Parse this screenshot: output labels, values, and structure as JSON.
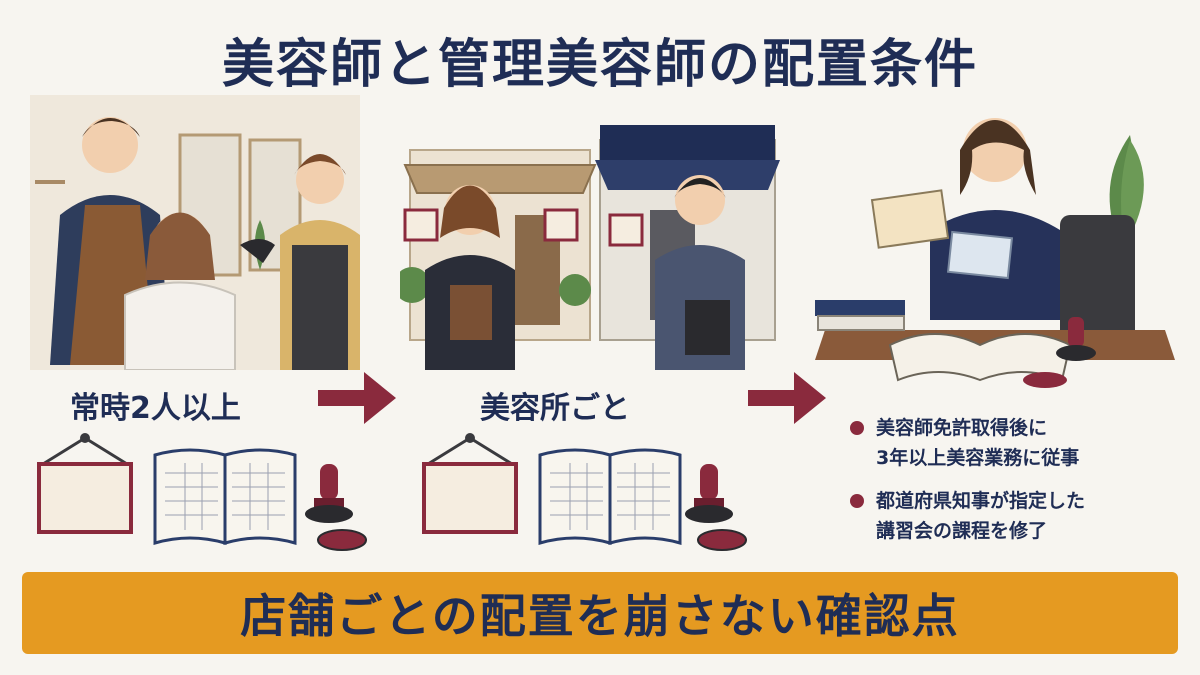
{
  "title": "美容師と管理美容師の配置条件",
  "steps": [
    {
      "label": "常時2人以上"
    },
    {
      "label": "美容所ごと"
    }
  ],
  "conditions": [
    {
      "line1": "美容師免許取得後に",
      "line2": "3年以上美容業務に従事"
    },
    {
      "line1": "都道府県知事が指定した",
      "line2": "講習会の課程を修了"
    }
  ],
  "banner": "店舗ごとの配置を崩さない確認点",
  "colors": {
    "navy": "#1f2d55",
    "burgundy": "#8a2a3d",
    "banner": "#e59a21",
    "background": "#f7f5f0"
  },
  "icons": [
    "salon-illustration",
    "storefront-illustration",
    "manager-illustration",
    "signboard-icon",
    "ledger-book-icon",
    "stamp-icon",
    "arrow-right-icon"
  ]
}
